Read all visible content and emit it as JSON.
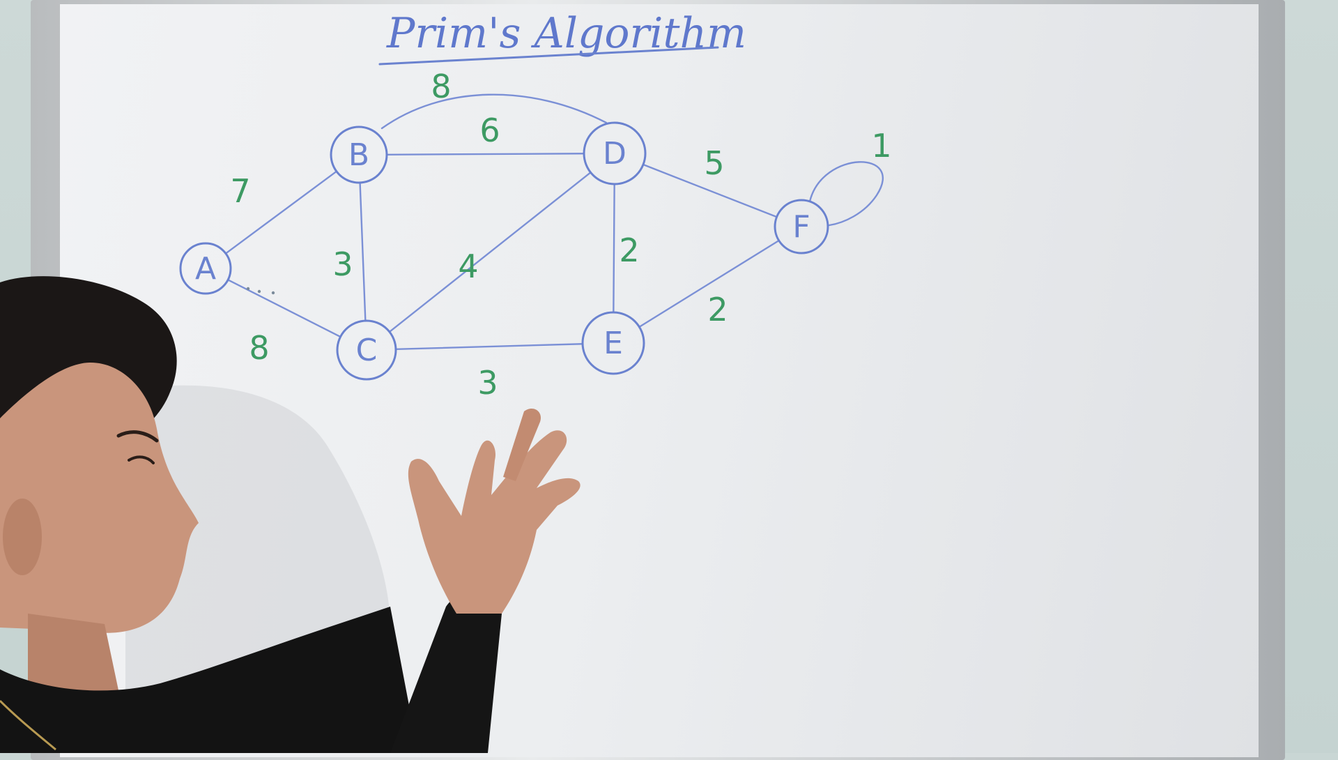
{
  "title": "Prim's Algorithm",
  "nodes": [
    {
      "id": "A",
      "label": "A"
    },
    {
      "id": "B",
      "label": "B"
    },
    {
      "id": "C",
      "label": "C"
    },
    {
      "id": "D",
      "label": "D"
    },
    {
      "id": "E",
      "label": "E"
    },
    {
      "id": "F",
      "label": "F"
    }
  ],
  "edges": [
    {
      "from": "A",
      "to": "B",
      "weight": "7"
    },
    {
      "from": "A",
      "to": "C",
      "weight": "8"
    },
    {
      "from": "B",
      "to": "D",
      "weight": "8",
      "curved": true
    },
    {
      "from": "B",
      "to": "D",
      "weight": "6"
    },
    {
      "from": "B",
      "to": "C",
      "weight": "3"
    },
    {
      "from": "C",
      "to": "D",
      "weight": "4"
    },
    {
      "from": "C",
      "to": "E",
      "weight": "3"
    },
    {
      "from": "D",
      "to": "E",
      "weight": "2"
    },
    {
      "from": "D",
      "to": "F",
      "weight": "5"
    },
    {
      "from": "E",
      "to": "F",
      "weight": "2"
    },
    {
      "from": "F",
      "to": "F",
      "weight": "1",
      "self_loop": true
    }
  ],
  "colors": {
    "ink": "#6a82cf",
    "weights": "#3d9a63",
    "board": "#eceef0"
  }
}
